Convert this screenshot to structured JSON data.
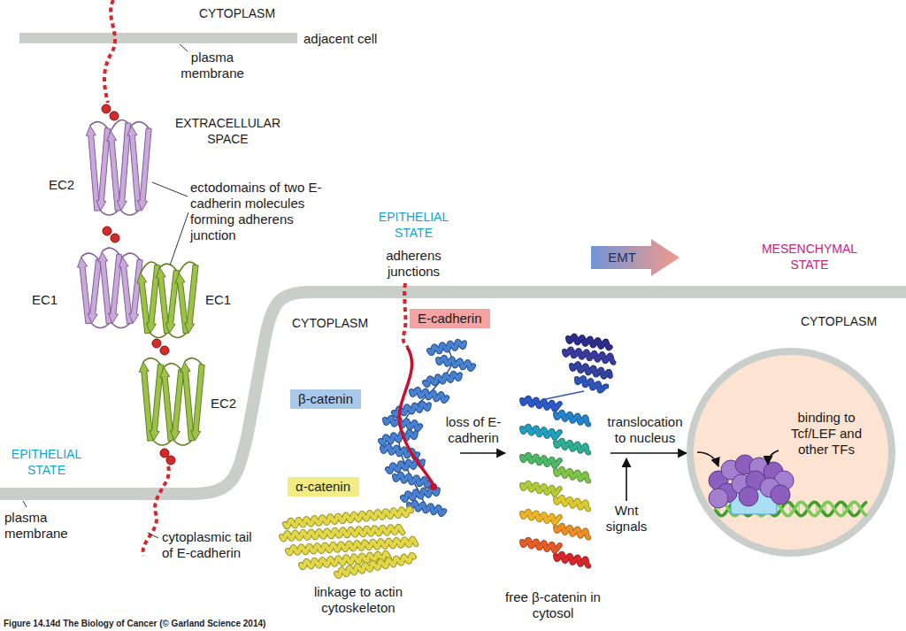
{
  "diagram": {
    "caption": "Figure 14.14d The Biology of Cancer (© Garland Science 2014)",
    "nodes": [
      {
        "text": [
          "E-cadherin"
        ]
      },
      {
        "text": [
          "β-catenin"
        ]
      },
      {
        "text": [
          "α-catenin"
        ]
      },
      {
        "text": [
          "EMT"
        ]
      },
      {
        "text": [
          "free β-catenin in cytosol"
        ]
      },
      {
        "text": [
          "binding to Tcf/LEF and other TFs"
        ]
      }
    ],
    "edges": [
      {
        "from": 4,
        "to": 5,
        "arrow": "to",
        "label": "translocation to nucleus"
      }
    ],
    "labels": [
      "CYTOPLASM",
      "adjacent cell",
      "plasma membrane",
      "EXTRACELLULAR SPACE",
      "EC2",
      "ectodomains of two E-cadherin molecules forming adherens junction",
      "EPITHELIAL STATE",
      "adherens junctions",
      "MESENCHYMAL STATE",
      "EC1",
      "EC1",
      "CYTOPLASM",
      "CYTOPLASM",
      "EC2",
      "loss of E-cadherin",
      "EPITHELIAL STATE",
      "plasma membrane",
      "Wnt signals",
      "cytoplasmic tail of E-cadherin",
      "linkage to actin cytoskeleton"
    ]
  }
}
